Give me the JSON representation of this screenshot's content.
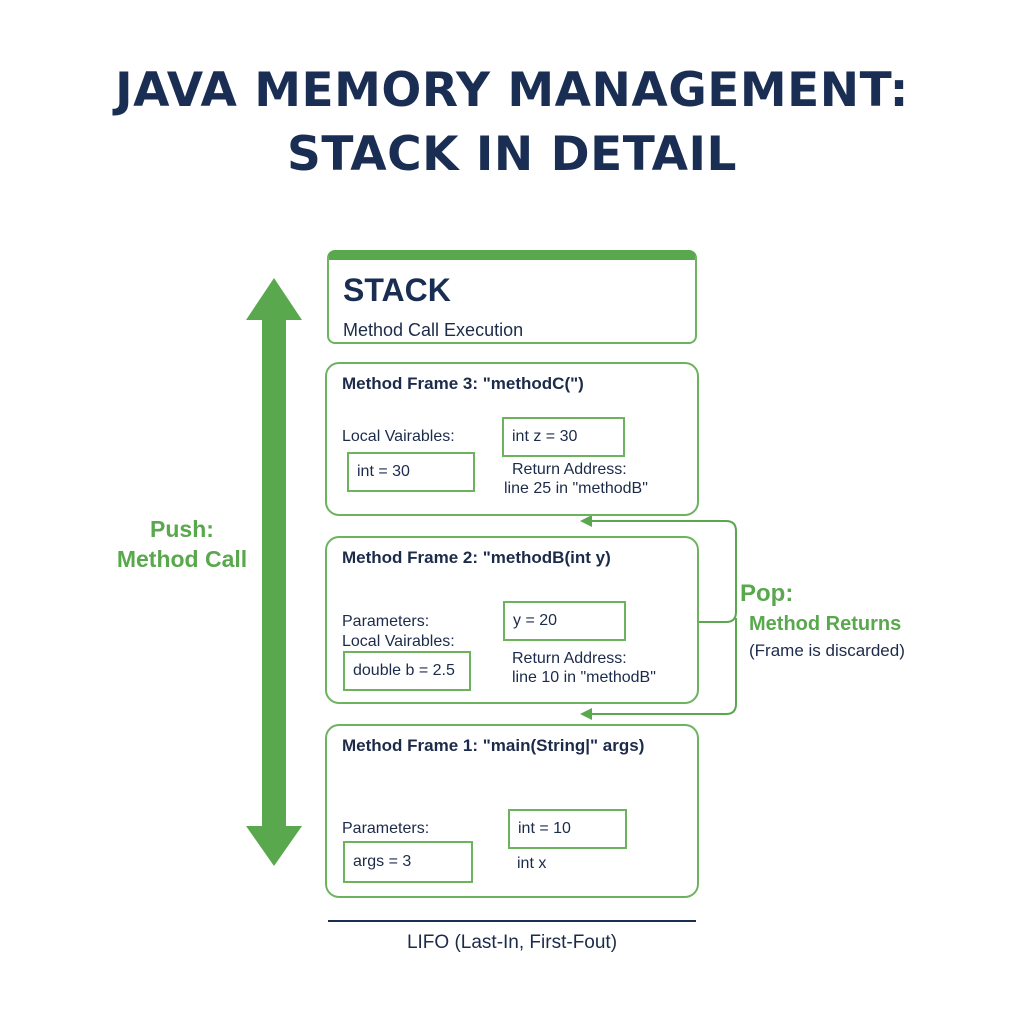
{
  "title": {
    "line1": "JAVA MEMORY MANAGEMENT:",
    "line2": "STACK IN DETAIL"
  },
  "stack": {
    "title": "STACK",
    "subtitle": "Method Call Execution"
  },
  "frames": {
    "frame3": {
      "title": "Method Frame 3: \"methodC(\")",
      "local_label": "Local Vairables:",
      "local_value": "int = 30",
      "var_value": "int z = 30",
      "return_label": "Return Address:",
      "return_value": "line 25 in \"methodB\""
    },
    "frame2": {
      "title": "Method Frame 2: \"methodB(int y)",
      "params_label": "Parameters:",
      "local_label": "Local Vairables:",
      "local_value": "double b = 2.5",
      "param_value": "y = 20",
      "return_label": "Return Address:",
      "return_value": "line 10 in \"methodB\""
    },
    "frame1": {
      "title": "Method Frame 1: \"main(String|\" args)",
      "params_label": "Parameters:",
      "param_value": "args = 3",
      "var_value": "int = 10",
      "var_name": "int x"
    }
  },
  "push": {
    "line1": "Push:",
    "line2": "Method Call"
  },
  "pop": {
    "label": "Pop:",
    "sub": "Method Returns",
    "note": "(Frame is discarded)"
  },
  "footer": {
    "lifo": "LIFO (Last-In, First-Fout)"
  },
  "colors": {
    "accent_green": "#5aa84e",
    "navy": "#1a2e54"
  }
}
